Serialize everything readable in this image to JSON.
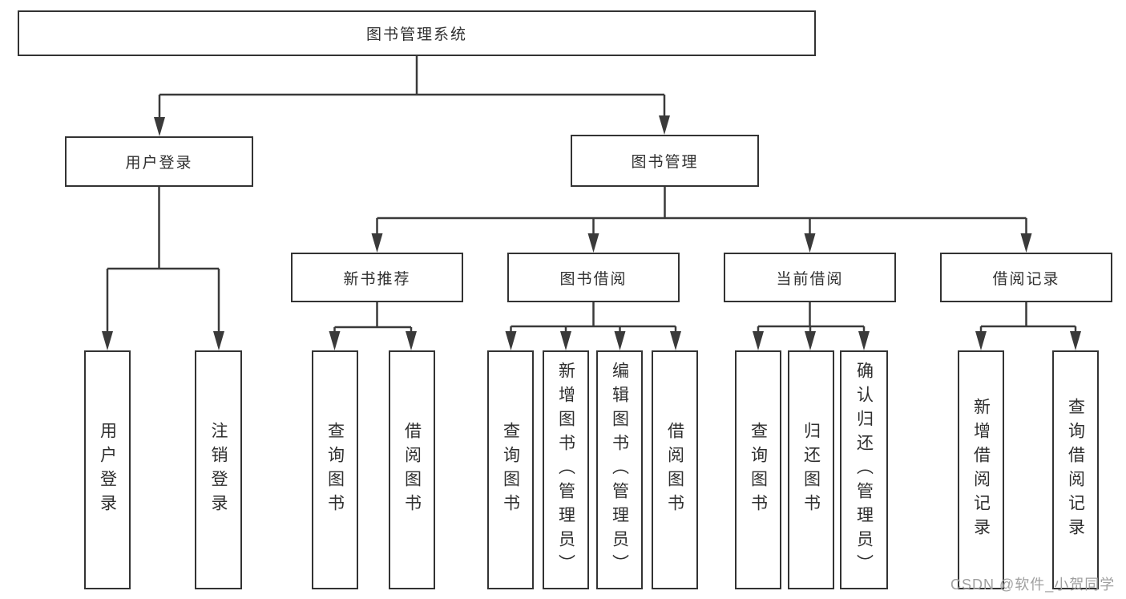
{
  "tree": {
    "root": {
      "label": "图书管理系统"
    },
    "branches": [
      {
        "label": "用户登录",
        "children": [
          {
            "label": "用户登录"
          },
          {
            "label": "注销登录"
          }
        ]
      },
      {
        "label": "图书管理",
        "children": [
          {
            "label": "新书推荐",
            "children": [
              {
                "label": "查询图书"
              },
              {
                "label": "借阅图书"
              }
            ]
          },
          {
            "label": "图书借阅",
            "children": [
              {
                "label": "查询图书"
              },
              {
                "label": "新增图书（管理员）"
              },
              {
                "label": "编辑图书（管理员）"
              },
              {
                "label": "借阅图书"
              }
            ]
          },
          {
            "label": "当前借阅",
            "children": [
              {
                "label": "查询图书"
              },
              {
                "label": "归还图书"
              },
              {
                "label": "确认归还（管理员）"
              }
            ]
          },
          {
            "label": "借阅记录",
            "children": [
              {
                "label": "新增借阅记录"
              },
              {
                "label": "查询借阅记录"
              }
            ]
          }
        ]
      }
    ]
  },
  "watermark": {
    "text": "CSDN @软件_小贺同学"
  },
  "colors": {
    "line": "#3a3a3a",
    "box_border": "#333333",
    "box_fill": "#ffffff",
    "text": "#2f2f2f",
    "watermark": "#a0a0a0",
    "background": "#ffffff"
  }
}
